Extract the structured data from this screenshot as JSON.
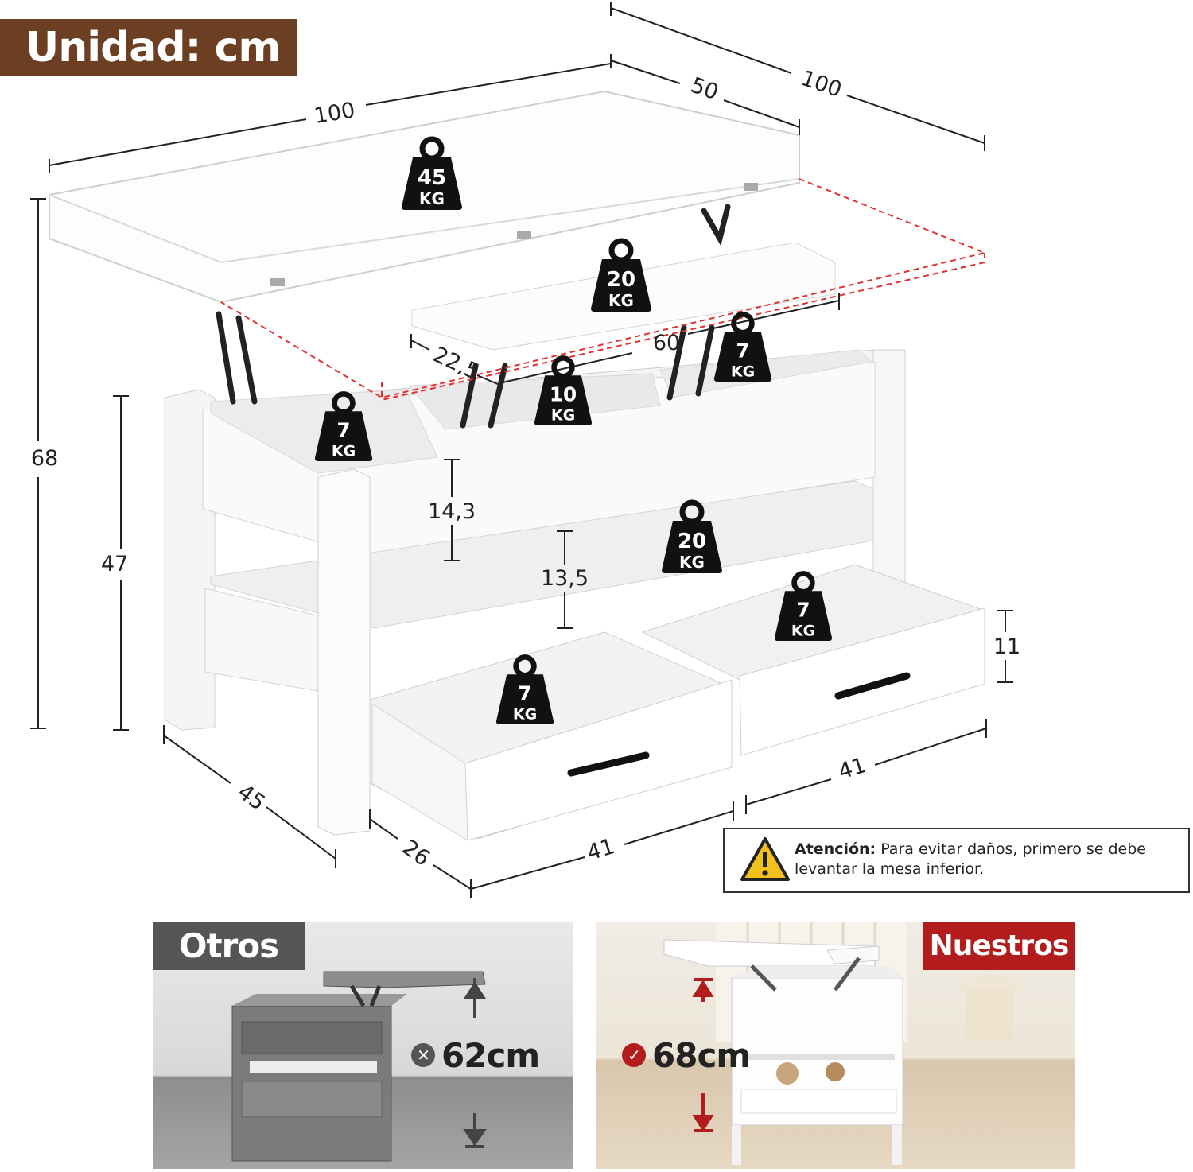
{
  "unit_label": "Unidad: cm",
  "dimensions": {
    "top_width": "100",
    "top_depth": "50",
    "extended_depth": "100",
    "total_height": "68",
    "base_height": "47",
    "tray_depth": "22,5",
    "tray_width": "60",
    "compartment_height": "14,3",
    "shelf_height": "13,5",
    "drawer_height": "11",
    "base_depth": "45",
    "drawer_extension": "26",
    "drawer_width_left": "41",
    "drawer_width_right": "41"
  },
  "weights": [
    {
      "id": "top",
      "value": "45",
      "unit": "KG"
    },
    {
      "id": "lift-tray",
      "value": "20",
      "unit": "KG"
    },
    {
      "id": "left-compartment",
      "value": "7",
      "unit": "KG"
    },
    {
      "id": "right-compartment",
      "value": "7",
      "unit": "KG"
    },
    {
      "id": "center-compartment",
      "value": "10",
      "unit": "KG"
    },
    {
      "id": "shelf",
      "value": "20",
      "unit": "KG"
    },
    {
      "id": "right-drawer",
      "value": "7",
      "unit": "KG"
    },
    {
      "id": "left-drawer",
      "value": "7",
      "unit": "KG"
    }
  ],
  "warning": {
    "title": "Atención:",
    "text": "Para evitar daños, primero se debe levantar la mesa inferior."
  },
  "comparison": {
    "others": {
      "tag": "Otros",
      "height": "62cm",
      "mark": "✕"
    },
    "ours": {
      "tag": "Nuestros",
      "height": "68cm",
      "mark": "✓"
    }
  },
  "colors": {
    "unit_badge": "#6d3f22",
    "ours_tag": "#b31c1c",
    "others_tag": "#555555",
    "dashed_outline": "#e03030",
    "weight_icon": "#111111"
  }
}
